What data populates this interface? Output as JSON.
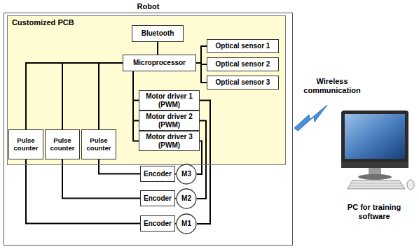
{
  "diagram": {
    "nodes": [
      {
        "text": [
          "Robot"
        ]
      },
      {
        "text": [
          "Customized PCB"
        ],
        "in": 0
      },
      {
        "text": [
          "Bluetooth"
        ],
        "in": 1
      },
      {
        "text": [
          "Microprocessor"
        ],
        "in": 1
      },
      {
        "text": [
          "Optical sensor 1"
        ],
        "in": 1
      },
      {
        "text": [
          "Optical sensor 2"
        ],
        "in": 1
      },
      {
        "text": [
          "Optical sensor 3"
        ],
        "in": 1
      },
      {
        "text": [
          "Motor driver 1 (PWM)"
        ],
        "in": 1
      },
      {
        "text": [
          "Motor driver 2 (PWM)"
        ],
        "in": 1
      },
      {
        "text": [
          "Motor driver 3 (PWM)"
        ],
        "in": 1
      },
      {
        "text": [
          "Pulse counter"
        ],
        "in": 1
      },
      {
        "text": [
          "Pulse counter"
        ],
        "in": 1
      },
      {
        "text": [
          "Pulse counter"
        ],
        "in": 1
      },
      {
        "text": [
          "Encoder"
        ],
        "in": 0
      },
      {
        "text": [
          "M3"
        ],
        "in": 0
      },
      {
        "text": [
          "Encoder"
        ],
        "in": 0
      },
      {
        "text": [
          "M2"
        ],
        "in": 0
      },
      {
        "text": [
          "Encoder"
        ],
        "in": 0
      },
      {
        "text": [
          "M1"
        ],
        "in": 0
      }
    ],
    "edges": [
      {
        "from": 2,
        "to": 3,
        "arrow": "none"
      },
      {
        "from": 3,
        "to": 4,
        "arrow": "none"
      },
      {
        "from": 3,
        "to": 5,
        "arrow": "none"
      },
      {
        "from": 3,
        "to": 6,
        "arrow": "none"
      },
      {
        "from": 3,
        "to": 7,
        "arrow": "none"
      },
      {
        "from": 3,
        "to": 8,
        "arrow": "none"
      },
      {
        "from": 3,
        "to": 9,
        "arrow": "none"
      },
      {
        "from": 3,
        "to": 10,
        "arrow": "none"
      },
      {
        "from": 3,
        "to": 11,
        "arrow": "none"
      },
      {
        "from": 3,
        "to": 12,
        "arrow": "none"
      },
      {
        "from": 7,
        "to": 18,
        "arrow": "none"
      },
      {
        "from": 8,
        "to": 16,
        "arrow": "none"
      },
      {
        "from": 9,
        "to": 14,
        "arrow": "none"
      },
      {
        "from": 10,
        "to": 17,
        "arrow": "none"
      },
      {
        "from": 11,
        "to": 15,
        "arrow": "none"
      },
      {
        "from": 12,
        "to": 13,
        "arrow": "none"
      },
      {
        "from": 13,
        "to": 14,
        "arrow": "none"
      },
      {
        "from": 15,
        "to": 16,
        "arrow": "none"
      },
      {
        "from": 17,
        "to": 18,
        "arrow": "none"
      }
    ],
    "labels": [
      "Wireless communication",
      "PC for training software"
    ]
  }
}
